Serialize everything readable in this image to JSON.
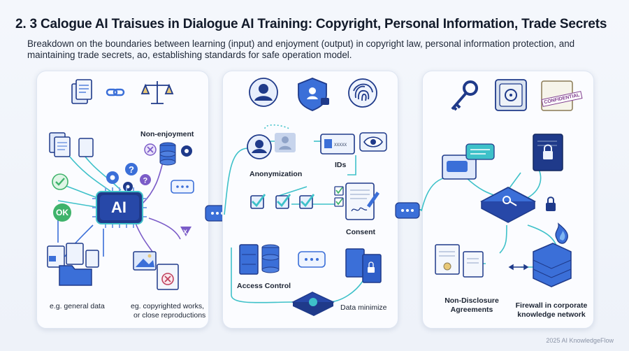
{
  "header": {
    "title": "2. 3 Calogue AI Traisues in Dialogue AI Training: Copyright, Personal Information, Trade Secrets",
    "subtitle": "Breakdown on the boundaries between learning (input) and enjoyment (output) in copyright law, personal information protection, and maintaining trade secrets, ao, establishing standards for safe operation model."
  },
  "panel_copyright": {
    "label_non_enjoyment": "Non-enjoyment",
    "chip_label": "AI",
    "ok_label": "OK",
    "label_general_data": "e.g. general data",
    "label_copyrighted_line1": "eg. copyrighted works,",
    "label_copyrighted_line2": "or close reproductions"
  },
  "panel_personal": {
    "label_anonymization": "Anonymization",
    "label_ids": "IDs",
    "id_card_text": "XXXXX",
    "label_consent": "Consent",
    "label_access_control": "Access Control",
    "label_data_minimize": "Data minimize"
  },
  "panel_secrets": {
    "stamp_text": "CONFIDENTIAL",
    "label_nda_line1": "Non-Disclosure",
    "label_nda_line2": "Agreements",
    "label_firewall_line1": "Firewall in corporate",
    "label_firewall_line2": "knowledge network"
  },
  "footer": {
    "credit": "2025 AI KnowledgeFlow"
  },
  "colors": {
    "navy": "#1f3a8a",
    "blue": "#3b6fd8",
    "teal": "#3ec1c9",
    "purple": "#7b5cc8",
    "green": "#3fb36b",
    "panel_bg": "#fbfcff"
  }
}
